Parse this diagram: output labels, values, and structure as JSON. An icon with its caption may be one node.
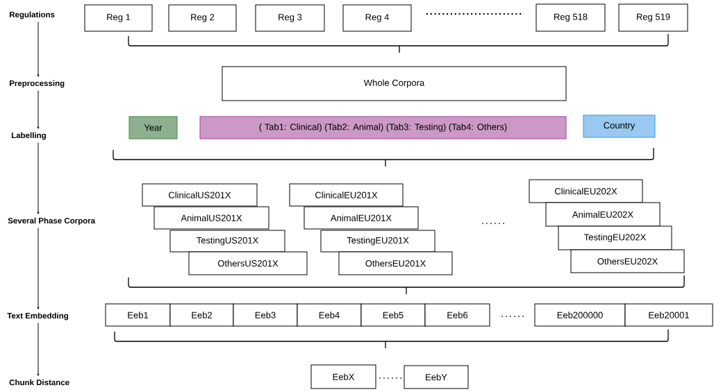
{
  "diagram": {
    "nodes": [
      {
        "text": [
          "Regulations"
        ]
      },
      {
        "text": [
          "Preprocessing"
        ]
      },
      {
        "text": [
          "Labelling"
        ]
      },
      {
        "text": [
          "Several Phase Corpora"
        ]
      },
      {
        "text": [
          "Text Embedding"
        ]
      },
      {
        "text": [
          "Chunk Distance"
        ]
      },
      {
        "text": [
          "Reg 1"
        ]
      },
      {
        "text": [
          "Reg 2"
        ]
      },
      {
        "text": [
          "Reg 3"
        ]
      },
      {
        "text": [
          "Reg 4"
        ]
      },
      {
        "text": [
          "Reg 518"
        ]
      },
      {
        "text": [
          "Reg 519"
        ]
      },
      {
        "text": [
          "Whole Corpora"
        ]
      },
      {
        "text": [
          "Year"
        ]
      },
      {
        "text": [
          "( Tab1: Clinical) (Tab2: Animal) (Tab3: Testing) (Tab4: Others)"
        ]
      },
      {
        "text": [
          "Country"
        ]
      },
      {
        "text": [
          "ClinicalUS201X"
        ]
      },
      {
        "text": [
          "AnimalUS201X"
        ]
      },
      {
        "text": [
          "TestingUS201X"
        ]
      },
      {
        "text": [
          "OthersUS201X"
        ]
      },
      {
        "text": [
          "ClinicalEU201X"
        ]
      },
      {
        "text": [
          "AnimalEU201X"
        ]
      },
      {
        "text": [
          "TestingEU201X"
        ]
      },
      {
        "text": [
          "OthersEU201X"
        ]
      },
      {
        "text": [
          "ClinicalEU202X"
        ]
      },
      {
        "text": [
          "AnimalEU202X"
        ]
      },
      {
        "text": [
          "TestingEU202X"
        ]
      },
      {
        "text": [
          "OthersEU202X"
        ]
      },
      {
        "text": [
          "Eeb1"
        ]
      },
      {
        "text": [
          "Eeb2"
        ]
      },
      {
        "text": [
          "Eeb3"
        ]
      },
      {
        "text": [
          "Eeb4"
        ]
      },
      {
        "text": [
          "Eeb5"
        ]
      },
      {
        "text": [
          "Eeb6"
        ]
      },
      {
        "text": [
          "Eeb200000"
        ]
      },
      {
        "text": [
          "Eeb20001"
        ]
      },
      {
        "text": [
          "EebX"
        ]
      },
      {
        "text": [
          "EebY"
        ]
      }
    ],
    "edges": [
      {
        "from": 0,
        "to": 1,
        "arrow": "to"
      },
      {
        "from": 1,
        "to": 2,
        "arrow": "to"
      },
      {
        "from": 2,
        "to": 3,
        "arrow": "to"
      },
      {
        "from": 3,
        "to": 4,
        "arrow": "to"
      },
      {
        "from": 4,
        "to": 5,
        "arrow": "to"
      }
    ],
    "labels": [
      "........................",
      "......",
      "......",
      "......"
    ]
  }
}
